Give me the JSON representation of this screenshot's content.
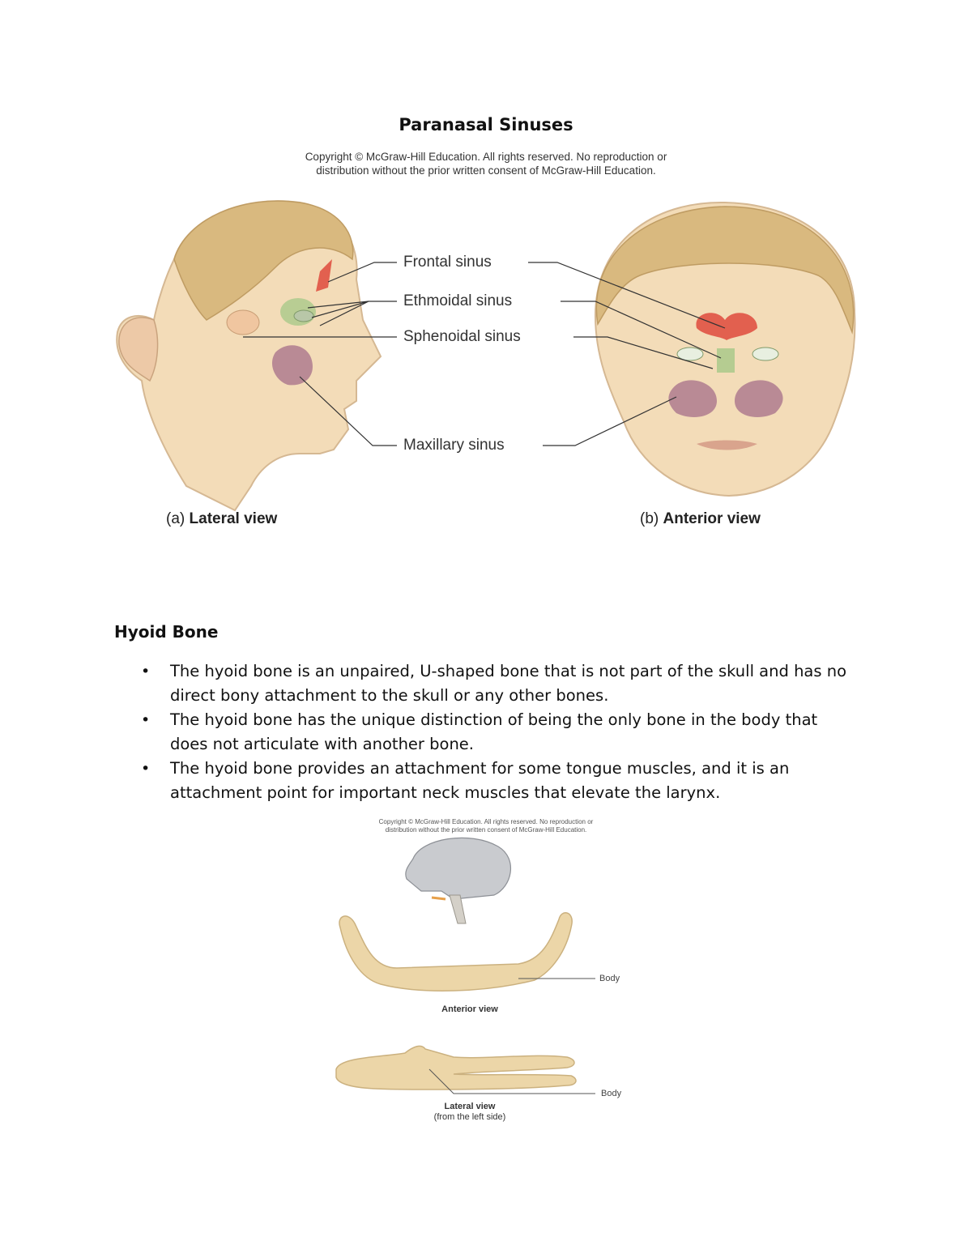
{
  "page_title": "Paranasal Sinuses",
  "copyright": {
    "line1": "Copyright © McGraw-Hill Education.  All rights reserved. No reproduction or",
    "line2": "distribution without the prior written consent of McGraw-Hill Education."
  },
  "sinus_figure": {
    "labels": {
      "frontal": "Frontal sinus",
      "ethmoidal": "Ethmoidal sinus",
      "sphenoidal": "Sphenoidal sinus",
      "maxillary": "Maxillary sinus"
    },
    "captions": {
      "a_prefix": "(a)",
      "a_title": "Lateral view",
      "b_prefix": "(b)",
      "b_title": "Anterior view"
    }
  },
  "hyoid": {
    "heading": "Hyoid Bone",
    "bullets": [
      "The hyoid bone is an unpaired, U-shaped bone that is not part of the skull and has no direct bony attachment to the skull or any other bones.",
      "The hyoid bone has the unique distinction of being the only bone in the body that does not articulate with another bone.",
      "The hyoid bone provides an attachment for some tongue muscles, and it is an attachment point for important neck muscles that elevate the larynx."
    ],
    "figure": {
      "body_label_1": "Body",
      "body_label_2": "Body",
      "anterior_caption": "Anterior view",
      "lateral_caption": "Lateral view",
      "lateral_subcaption": "(from the left side)"
    }
  },
  "colors": {
    "skin": "#f3dcb8",
    "hair": "#d9b97f",
    "frontal_sinus": "#e2604f",
    "ethmoidal_sinus": "#a9c98a",
    "maxillary_sinus": "#b98a95",
    "bone": "#ecd6a8",
    "skull_gray": "#c9cbcf"
  }
}
